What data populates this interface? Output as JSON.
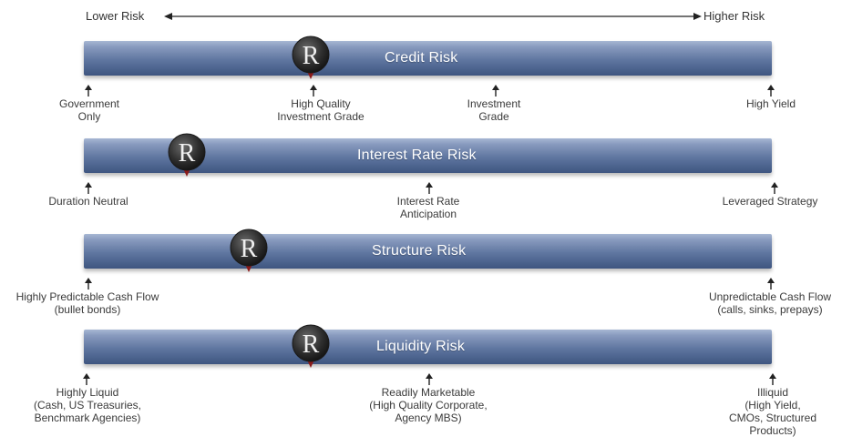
{
  "axis": {
    "left_label": "Lower Risk",
    "right_label": "Higher Risk"
  },
  "marker": {
    "letter": "R"
  },
  "colors": {
    "bar": "#5f76a0",
    "marker_circle": "#2a2a2a",
    "marker_accent": "#8b1a1a"
  },
  "bars": [
    {
      "title": "Credit Risk",
      "marker_level": 0.33,
      "ticks": [
        {
          "lines": [
            "Government",
            "Only"
          ]
        },
        {
          "lines": [
            "High Quality",
            "Investment Grade"
          ]
        },
        {
          "lines": [
            "Investment",
            "Grade"
          ]
        },
        {
          "lines": [
            "High Yield"
          ]
        }
      ]
    },
    {
      "title": "Interest Rate Risk",
      "marker_level": 0.15,
      "ticks": [
        {
          "lines": [
            "Duration Neutral"
          ]
        },
        {
          "lines": [
            "Interest Rate",
            "Anticipation"
          ]
        },
        {
          "lines": [
            "Leveraged Strategy"
          ]
        }
      ]
    },
    {
      "title": "Structure Risk",
      "marker_level": 0.24,
      "ticks": [
        {
          "lines": [
            "Highly Predictable Cash Flow",
            "(bullet bonds)"
          ]
        },
        {
          "lines": [
            "Unpredictable Cash Flow",
            "(calls, sinks, prepays)"
          ]
        }
      ]
    },
    {
      "title": "Liquidity Risk",
      "marker_level": 0.33,
      "ticks": [
        {
          "lines": [
            "Highly Liquid",
            "(Cash, US Treasuries,",
            "Benchmark Agencies)"
          ]
        },
        {
          "lines": [
            "Readily Marketable",
            "(High Quality Corporate,",
            "Agency MBS)"
          ]
        },
        {
          "lines": [
            "Illiquid",
            "(High Yield,",
            "CMOs, Structured",
            "Products)"
          ]
        }
      ]
    }
  ]
}
